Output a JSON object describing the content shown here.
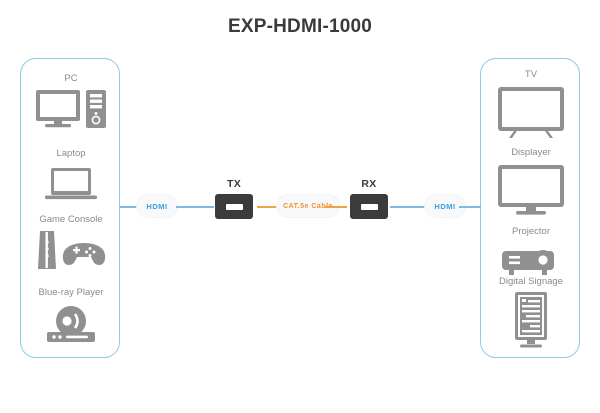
{
  "title": "EXP-HDMI-1000",
  "colors": {
    "panel_border": "#8ecbe8",
    "icon_gray": "#8f9092",
    "label_gray": "#8a8a8a",
    "hdmi_blue": "#3e9bd6",
    "cat_orange": "#f2912e",
    "unit_dark": "#3b3b3b",
    "link_blue": "#7fb9de",
    "link_orange": "#f0a44a",
    "title_dark": "#3a3a3a"
  },
  "source_panel": {
    "name": "source-devices",
    "devices": [
      {
        "label": "PC",
        "icon": "desktop-computer-icon"
      },
      {
        "label": "Laptop",
        "icon": "laptop-icon"
      },
      {
        "label": "Game Console",
        "icon": "game-console-icon"
      },
      {
        "label": "Blue-ray Player",
        "icon": "bluray-player-icon"
      }
    ]
  },
  "display_panel": {
    "name": "display-devices",
    "devices": [
      {
        "label": "TV",
        "icon": "tv-icon"
      },
      {
        "label": "Displayer",
        "icon": "monitor-icon"
      },
      {
        "label": "Projector",
        "icon": "projector-icon"
      },
      {
        "label": "Digital Signage",
        "icon": "digital-signage-icon"
      }
    ]
  },
  "chain": {
    "hdmi_in_label": "HDMI",
    "tx_label": "TX",
    "cable_label": "CAT.5e Cable",
    "rx_label": "RX",
    "hdmi_out_label": "HDMI"
  }
}
